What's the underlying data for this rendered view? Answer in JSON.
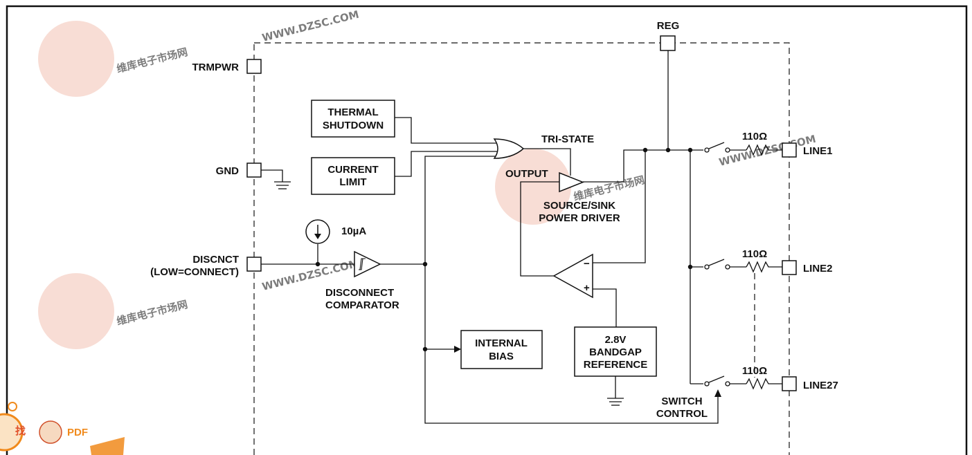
{
  "pins": {
    "reg": "REG",
    "trmpwr": "TRMPWR",
    "gnd": "GND",
    "discnct": "DISCNCT",
    "discnct_note": "(LOW=CONNECT)",
    "line1": "LINE1",
    "line2": "LINE2",
    "line27": "LINE27"
  },
  "blocks": {
    "thermal": [
      "THERMAL",
      "SHUTDOWN"
    ],
    "current": [
      "CURRENT",
      "LIMIT"
    ],
    "bias": [
      "INTERNAL",
      "BIAS"
    ],
    "bandgap": [
      "2.8V",
      "BANDGAP",
      "REFERENCE"
    ]
  },
  "labels": {
    "tristate": "TRI-STATE",
    "output": "OUTPUT",
    "driver": [
      "SOURCE/SINK",
      "POWER DRIVER"
    ],
    "current_source": "10µA",
    "comparator": [
      "DISCONNECT",
      "COMPARATOR"
    ],
    "switch_control": [
      "SWITCH",
      "CONTROL"
    ],
    "resistor": "110Ω",
    "minus": "−",
    "plus": "+"
  },
  "watermark": {
    "cn": "维库电子市场网",
    "url": "WWW.DZSC.COM",
    "badge": "PDF",
    "badge_prefix": "找"
  },
  "colors": {
    "ink": "#111111",
    "watermark": "#f2c2b2",
    "badge": "#f08a1c"
  }
}
